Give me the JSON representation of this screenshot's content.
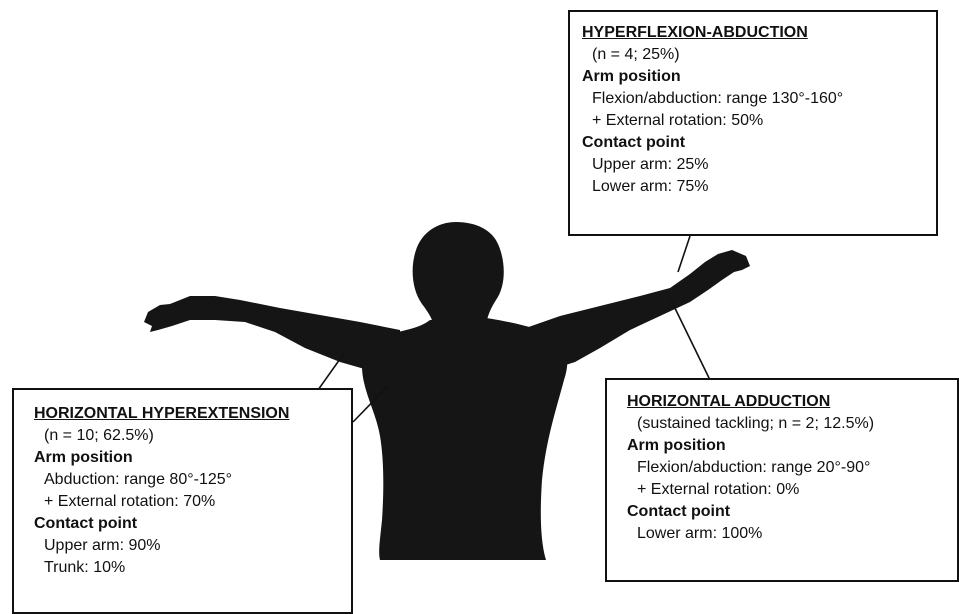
{
  "colors": {
    "silhouette": "#151515",
    "line": "#111111",
    "box_border": "#111111",
    "background": "#ffffff"
  },
  "boxes": {
    "hyperflexion_abduction": {
      "title": "HYPERFLEXION-ABDUCTION",
      "subtitle": "(n = 4; 25%)",
      "arm_position_label": "Arm position",
      "arm_position_items": [
        "Flexion/abduction: range 130°-160°",
        "+ External rotation: 50%"
      ],
      "contact_point_label": "Contact point",
      "contact_point_items": [
        "Upper arm: 25%",
        "Lower arm: 75%"
      ]
    },
    "horizontal_hyperextension": {
      "title": "HORIZONTAL HYPEREXTENSION",
      "subtitle": "(n = 10; 62.5%)",
      "arm_position_label": "Arm position",
      "arm_position_items": [
        "Abduction: range 80°-125°",
        "+ External rotation: 70%"
      ],
      "contact_point_label": "Contact point",
      "contact_point_items": [
        "Upper arm: 90%",
        "Trunk: 10%"
      ]
    },
    "horizontal_adduction": {
      "title": "HORIZONTAL ADDUCTION",
      "subtitle": "(sustained tackling; n = 2; 12.5%)",
      "arm_position_label": "Arm position",
      "arm_position_items": [
        "Flexion/abduction: range 20°-90°",
        "+ External rotation: 0%"
      ],
      "contact_point_label": "Contact point",
      "contact_point_items": [
        "Lower arm: 100%"
      ]
    }
  }
}
